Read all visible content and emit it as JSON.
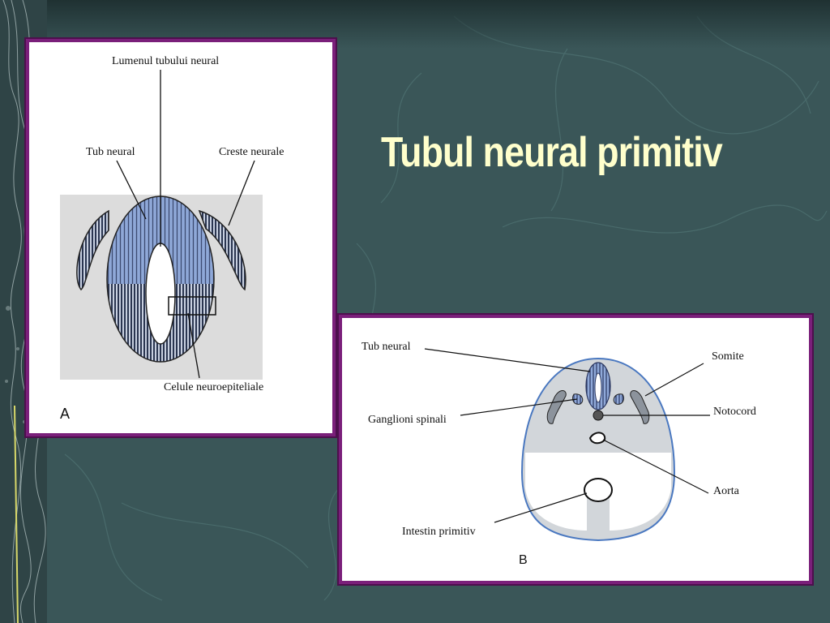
{
  "slide": {
    "title": "Tubul neural primitiv"
  },
  "diagram_a": {
    "letter": "A",
    "labels": {
      "lumen": "Lumenul tubului neural",
      "tube": "Tub neural",
      "crest": "Creste neurale",
      "cells": "Celule neuroepiteliale"
    }
  },
  "diagram_b": {
    "letter": "B",
    "labels": {
      "tube": "Tub neural",
      "somite": "Somite",
      "ganglia": "Ganglioni spinali",
      "notochord": "Notocord",
      "aorta": "Aorta",
      "intestine": "Intestin primitiv"
    }
  },
  "colors": {
    "background": "#3a5658",
    "title": "#ffffcc",
    "frame": "#7a1f7a",
    "tube_blue": "#8fa8d8",
    "tube_dark": "#3c4a66"
  }
}
